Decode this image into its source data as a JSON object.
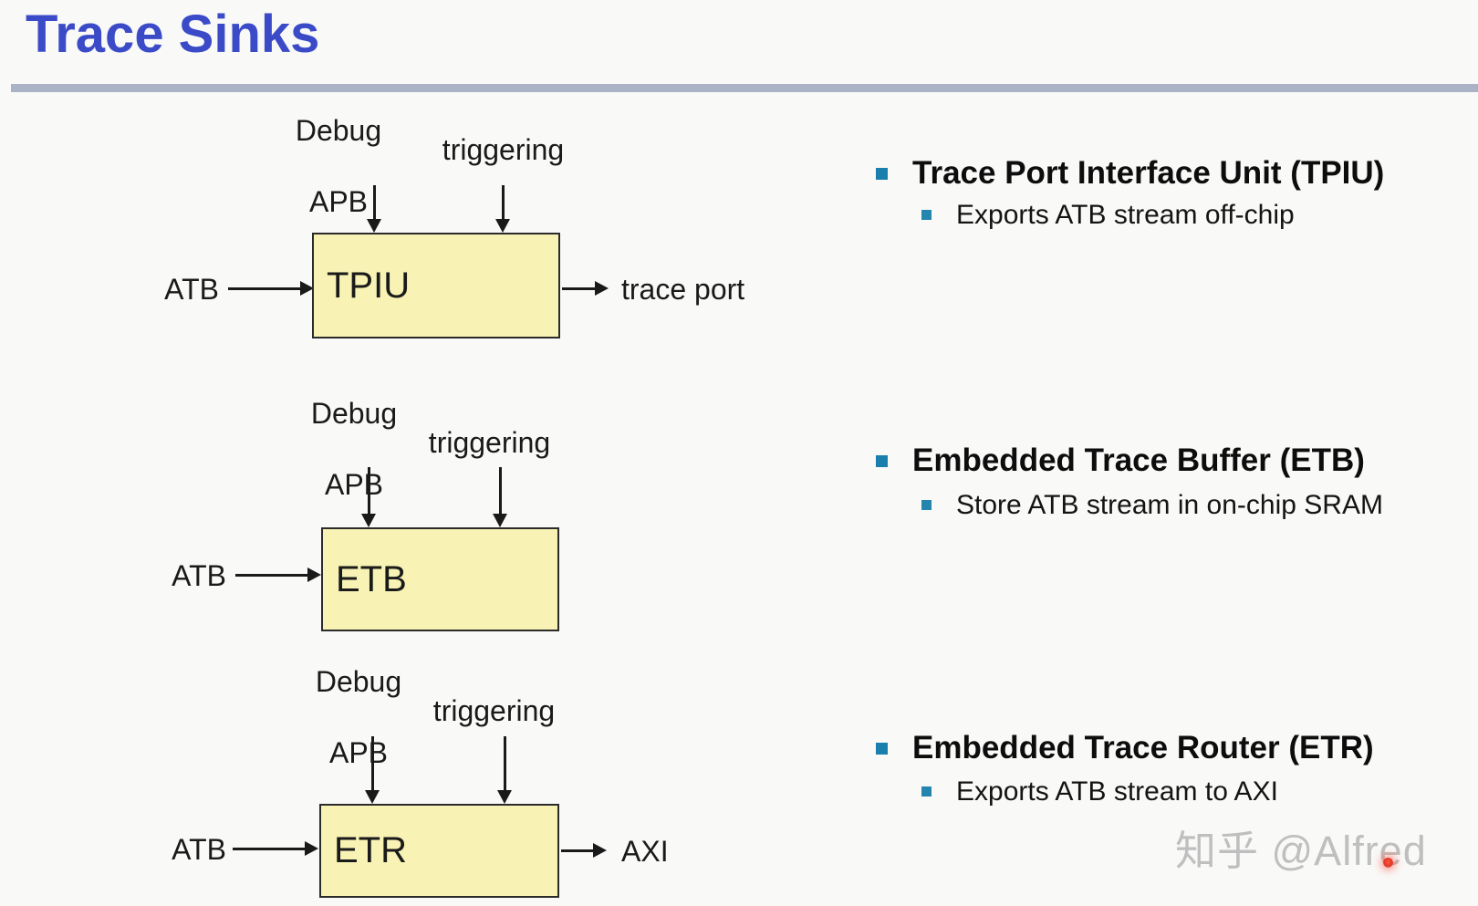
{
  "page": {
    "title": "Trace Sinks"
  },
  "diagrams": [
    {
      "name": "TPIU",
      "box_label": "TPIU",
      "debug_line1": "Debug",
      "debug_line2": "APB",
      "trigger_label": "triggering",
      "input_label": "ATB",
      "output_label": "trace port"
    },
    {
      "name": "ETB",
      "box_label": "ETB",
      "debug_line1": "Debug",
      "debug_line2": "APB",
      "trigger_label": "triggering",
      "input_label": "ATB"
    },
    {
      "name": "ETR",
      "box_label": "ETR",
      "debug_line1": "Debug",
      "debug_line2": "APB",
      "trigger_label": "triggering",
      "input_label": "ATB",
      "output_label": "AXI"
    }
  ],
  "bullets": [
    {
      "heading": "Trace Port Interface Unit (TPIU)",
      "sub": "Exports ATB stream off-chip"
    },
    {
      "heading": "Embedded Trace Buffer (ETB)",
      "sub": "Store ATB stream in on-chip SRAM"
    },
    {
      "heading": "Embedded Trace Router (ETR)",
      "sub": "Exports ATB stream to AXI"
    }
  ],
  "watermark": {
    "text": "知乎 @Alfred"
  },
  "colors": {
    "title_blue": "#3b4bc8",
    "divider_gray": "#a9b3c5",
    "box_fill_yellow": "#f8f3b4",
    "box_border": "#2b2b2b",
    "bullet_teal": "#1b7fae",
    "diagram_ink": "#1a1a1a",
    "watermark_gray": "#bcbcbc",
    "dot_red": "#e03424"
  }
}
